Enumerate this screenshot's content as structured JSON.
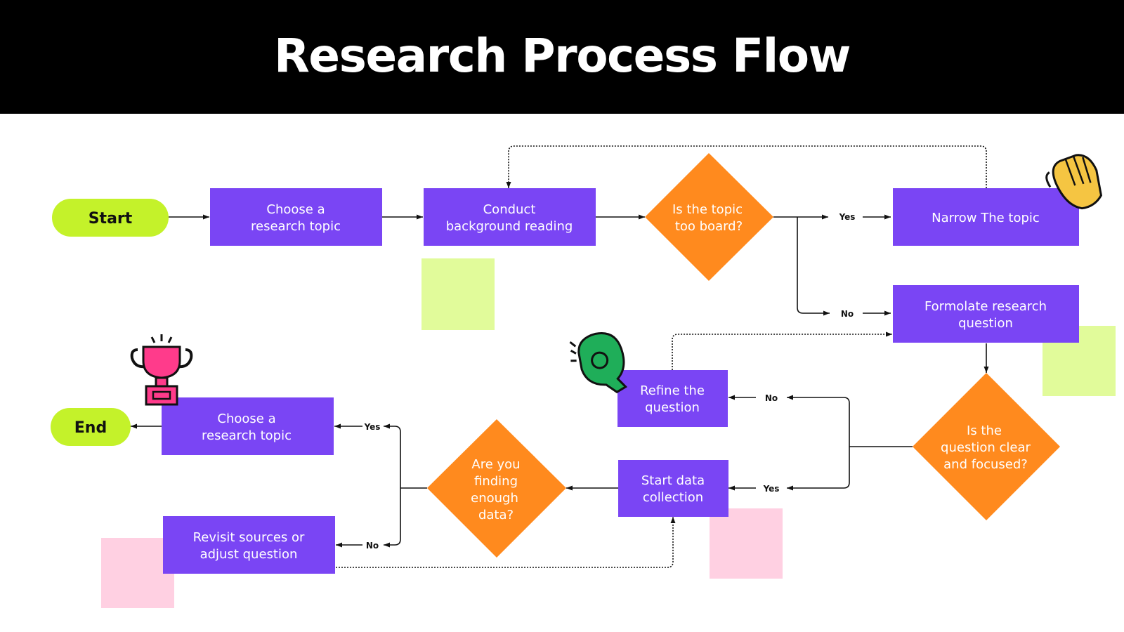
{
  "title": "Research Process Flow",
  "colors": {
    "header": "#000000",
    "process": "#7a45f4",
    "decision": "#ff8a1e",
    "terminal": "#c4f22a",
    "note_green": "#e1fb9a",
    "note_pink": "#ffd0e2"
  },
  "nodes": {
    "start": {
      "label": "Start"
    },
    "choose_topic": {
      "lines": [
        "Choose a",
        "research topic"
      ]
    },
    "background": {
      "lines": [
        "Conduct",
        "background reading"
      ]
    },
    "too_broad": {
      "lines": [
        "Is the topic",
        "too board?"
      ]
    },
    "narrow": {
      "lines": [
        "Narrow The topic"
      ]
    },
    "formulate": {
      "lines": [
        "Formolate research",
        "question"
      ]
    },
    "clear": {
      "lines": [
        "Is the",
        "question clear",
        "and focused?"
      ]
    },
    "refine": {
      "lines": [
        "Refine the",
        "question"
      ]
    },
    "data_collection": {
      "lines": [
        "Start data",
        "collection"
      ]
    },
    "enough_data": {
      "lines": [
        "Are you",
        "finding",
        "enough",
        "data?"
      ]
    },
    "choose_topic_2": {
      "lines": [
        "Choose a",
        "research topic"
      ]
    },
    "revisit": {
      "lines": [
        "Revisit sources or",
        "adjust question"
      ]
    },
    "end": {
      "label": "End"
    }
  },
  "edge_labels": {
    "broad_yes": "Yes",
    "broad_no": "No",
    "clear_no": "No",
    "clear_yes": "Yes",
    "data_yes": "Yes",
    "data_no": "No"
  },
  "stickers": [
    "clapping-hands-icon",
    "fist-bump-icon",
    "trophy-icon"
  ]
}
